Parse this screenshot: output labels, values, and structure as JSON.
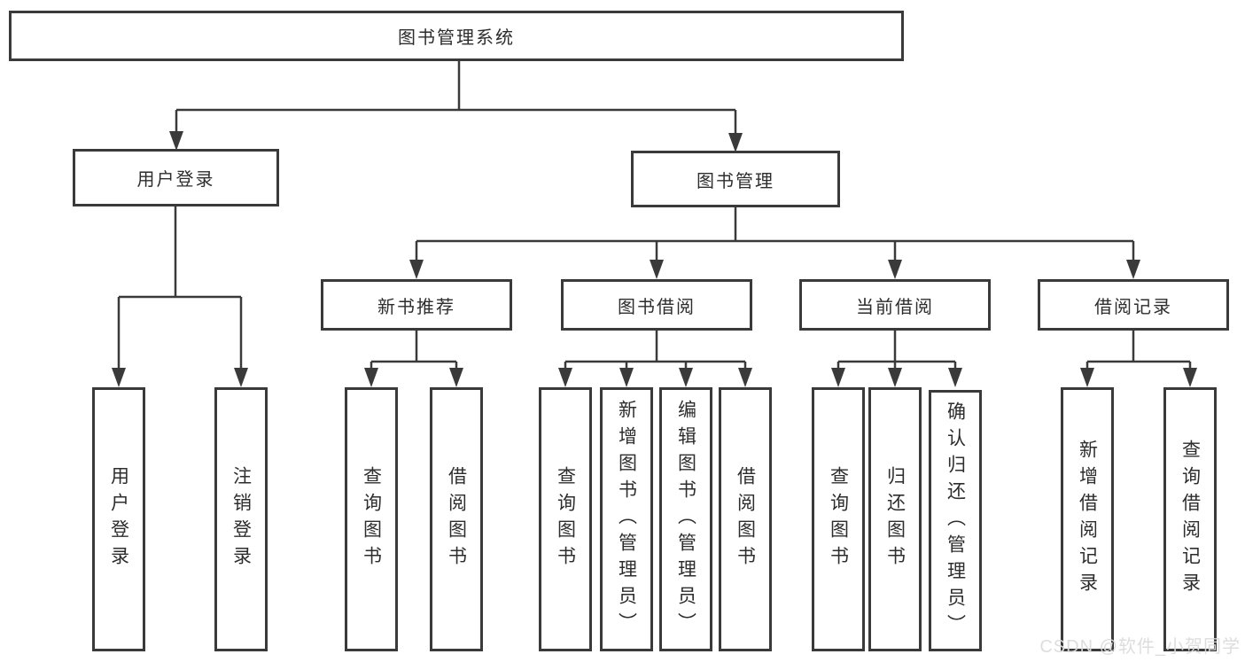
{
  "diagram": {
    "root": "图书管理系统",
    "level2": {
      "user_login": "用户登录",
      "book_management": "图书管理"
    },
    "level3": {
      "new_book_recommendation": "新书推荐",
      "book_borrowing": "图书借阅",
      "current_borrowing": "当前借阅",
      "borrowing_records": "借阅记录"
    },
    "leaves": {
      "user_login": "用户登录",
      "logout": "注销登录",
      "recommend_query_book": "查询图书",
      "recommend_borrow_book": "借阅图书",
      "borrow_query_book": "查询图书",
      "borrow_add_book_admin": "新增图书（管理员）",
      "borrow_edit_book_admin": "编辑图书（管理员）",
      "borrow_borrow_book": "借阅图书",
      "current_query_book": "查询图书",
      "current_return_book": "归还图书",
      "current_confirm_return_admin": "确认归还（管理员）",
      "records_add_record": "新增借阅记录",
      "records_query_record": "查询借阅记录"
    },
    "watermark": "CSDN @软件_小贺同学"
  }
}
